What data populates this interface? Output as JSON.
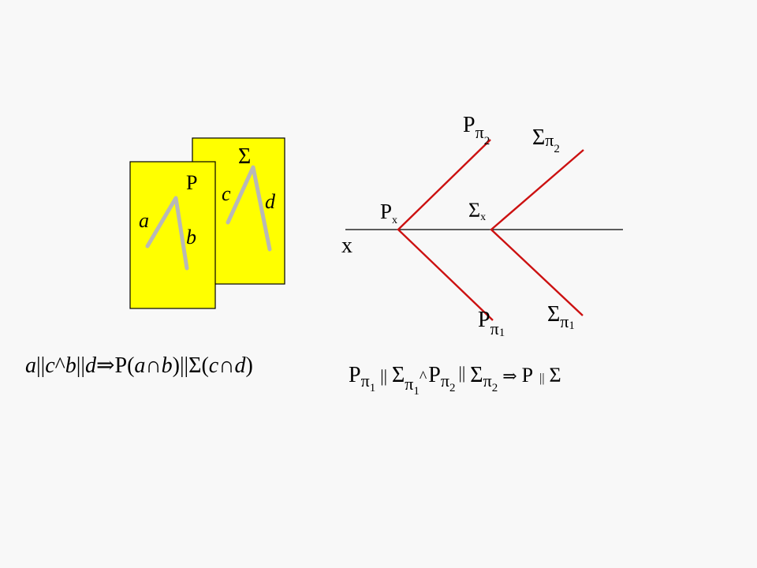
{
  "left_figure": {
    "plane_back_label": "Σ",
    "plane_front_label": "P",
    "line_a": "a",
    "line_b": "b",
    "line_c": "c",
    "line_d": "d",
    "plane_fill_color": "#ffff00",
    "line_color": "#b8b8b8"
  },
  "left_formula": {
    "a": "a",
    "par1": "||",
    "c": "c",
    "and": "^",
    "b": "b",
    "par2": "||",
    "d": "d",
    "implies": "⇒",
    "P": "P",
    "open1": "(",
    "a2": "a",
    "cap1": "∩",
    "b2": "b",
    "close1": ")",
    "par3": "||",
    "Sigma": "Σ",
    "open2": "(",
    "c2": "c",
    "cap2": "∩",
    "d2": "d",
    "close2": ")"
  },
  "right_figure": {
    "axis_label": "x",
    "P_pi2": {
      "main": "P",
      "sub": "π",
      "subsub": "2"
    },
    "S_pi2": {
      "main": "Σ",
      "sub": "π",
      "subsub": "2"
    },
    "P_x": {
      "main": "P",
      "sub": "x"
    },
    "S_x": {
      "main": "Σ",
      "sub": "x"
    },
    "P_pi1": {
      "main": "P",
      "sub": "π",
      "subsub": "1"
    },
    "S_pi1": {
      "main": "Σ",
      "sub": "π",
      "subsub": "1"
    },
    "trace_color": "#cc1111",
    "axis_color": "#000000"
  },
  "right_formula": {
    "P1": {
      "main": "P",
      "sub": "π",
      "subsub": "1"
    },
    "par1": "||",
    "S1": {
      "main": "Σ",
      "sub": "π",
      "subsub": "1"
    },
    "and": "^",
    "P2": {
      "main": "P",
      "sub": "π",
      "subsub": "2"
    },
    "par2": "||",
    "S2": {
      "main": "Σ",
      "sub": "π",
      "subsub": "2"
    },
    "implies": "⇒",
    "P": "P",
    "par3": "||",
    "Sigma": "Σ"
  }
}
